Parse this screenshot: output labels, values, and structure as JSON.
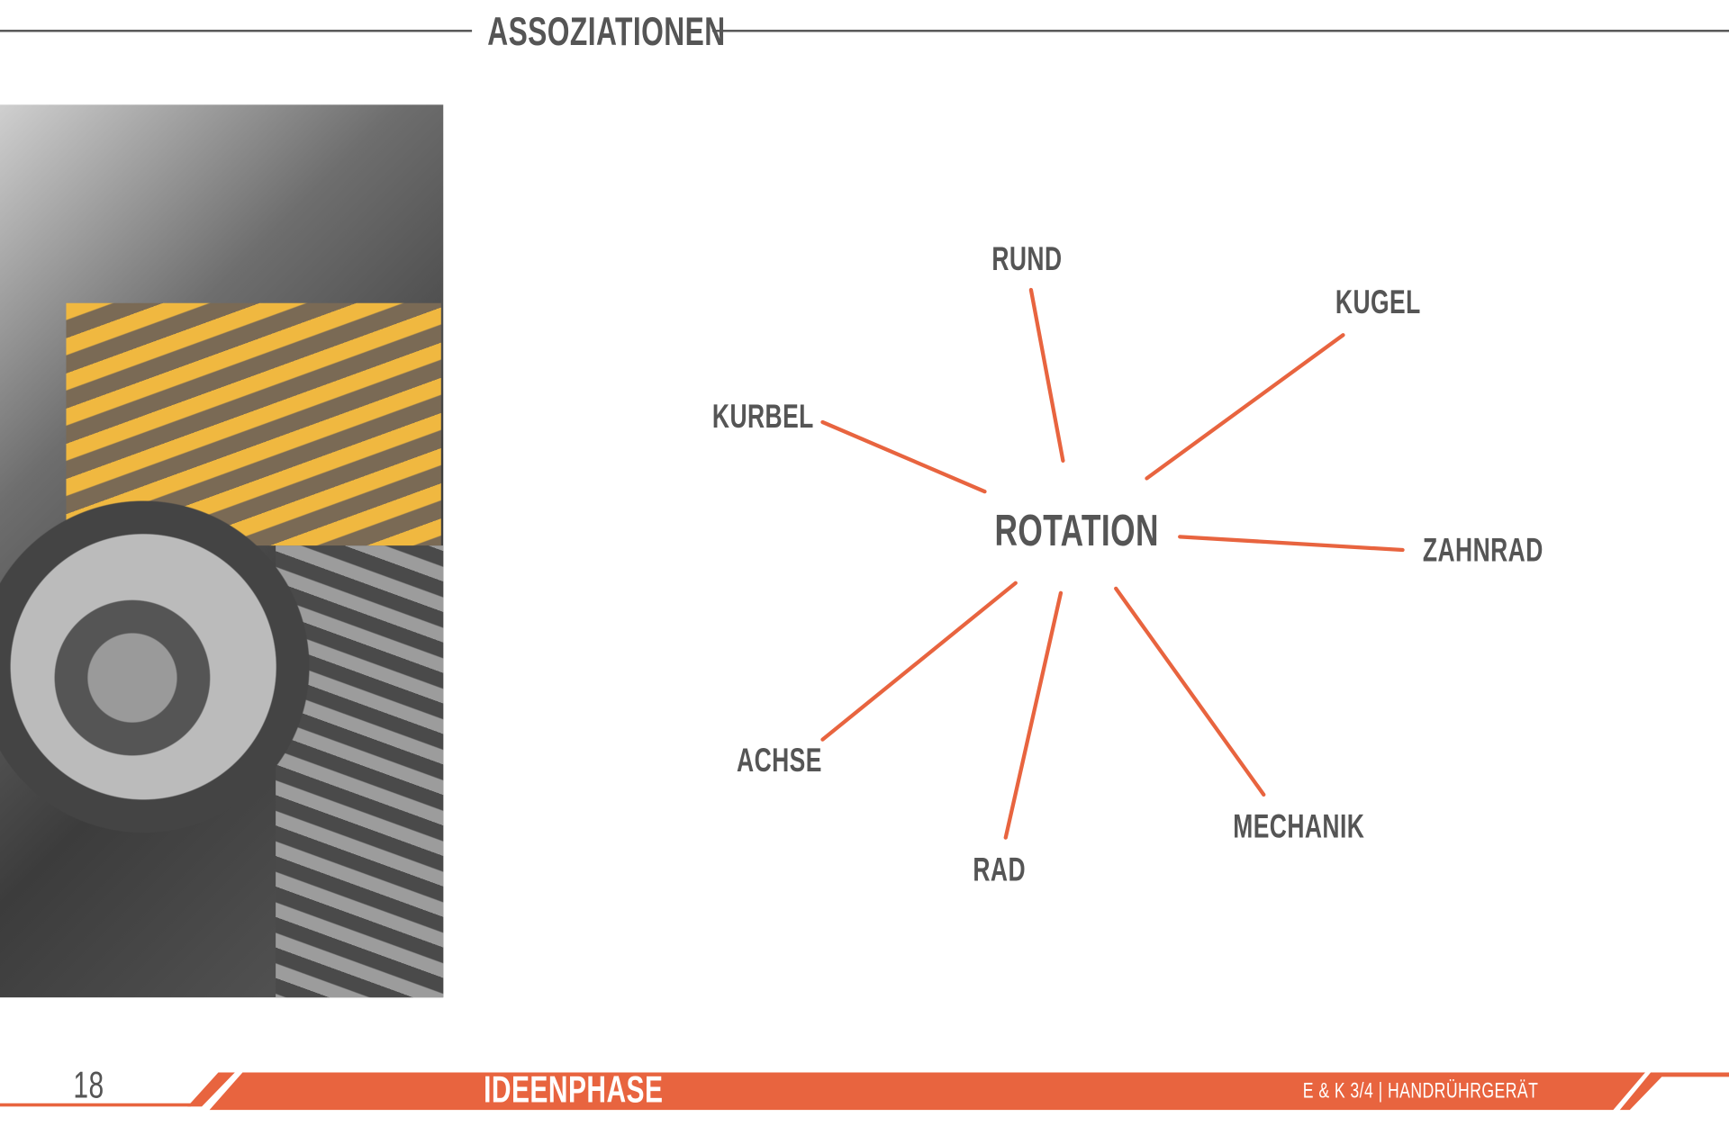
{
  "header": {
    "title": "ASSOZIATIONEN"
  },
  "mindmap": {
    "center": "ROTATION",
    "terms": [
      "RUND",
      "KUGEL",
      "KURBEL",
      "ZAHNRAD",
      "ACHSE",
      "RAD",
      "MECHANIK"
    ]
  },
  "footer": {
    "page_number": "18",
    "section": "IDEENPHASE",
    "project": "E & K 3/4 | HANDRÜHRGERÄT"
  },
  "colors": {
    "accent": "#E8643F",
    "text": "#555555"
  }
}
